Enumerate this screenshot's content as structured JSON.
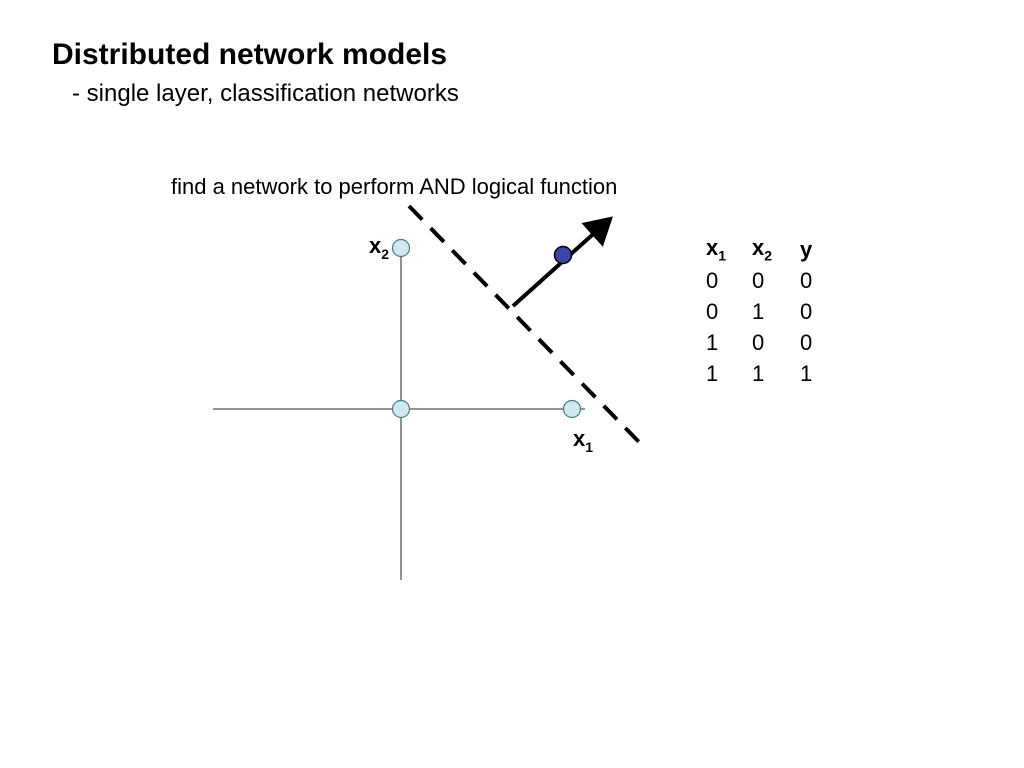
{
  "slide": {
    "title": "Distributed network models",
    "subtitle": "- single layer, classification networks",
    "caption": "find a network to perform AND logical function"
  },
  "diagram": {
    "axes": {
      "x_label": {
        "base": "x",
        "sub": "1"
      },
      "y_label": {
        "base": "x",
        "sub": "2"
      }
    },
    "input_points": [
      {
        "x1": 0,
        "x2": 0,
        "label": "origin"
      },
      {
        "x1": 1,
        "x2": 0,
        "label": "x1-unit"
      },
      {
        "x1": 0,
        "x2": 1,
        "label": "x2-unit"
      }
    ],
    "positive_point": {
      "x1": 1,
      "x2": 1
    },
    "decision_boundary": {
      "style": "dashed"
    },
    "weight_vector": {
      "style": "solid-arrow"
    },
    "colors": {
      "input_point_fill": "#cde8ee",
      "positive_point_fill": "#3b46a8",
      "axis_color": "#555555",
      "line_color": "#000000"
    }
  },
  "truth_table": {
    "headers": [
      {
        "base": "x",
        "sub": "1"
      },
      {
        "base": "x",
        "sub": "2"
      },
      {
        "base": "y",
        "sub": ""
      }
    ],
    "rows": [
      [
        "0",
        "0",
        "0"
      ],
      [
        "0",
        "1",
        "0"
      ],
      [
        "1",
        "0",
        "0"
      ],
      [
        "1",
        "1",
        "1"
      ]
    ]
  }
}
